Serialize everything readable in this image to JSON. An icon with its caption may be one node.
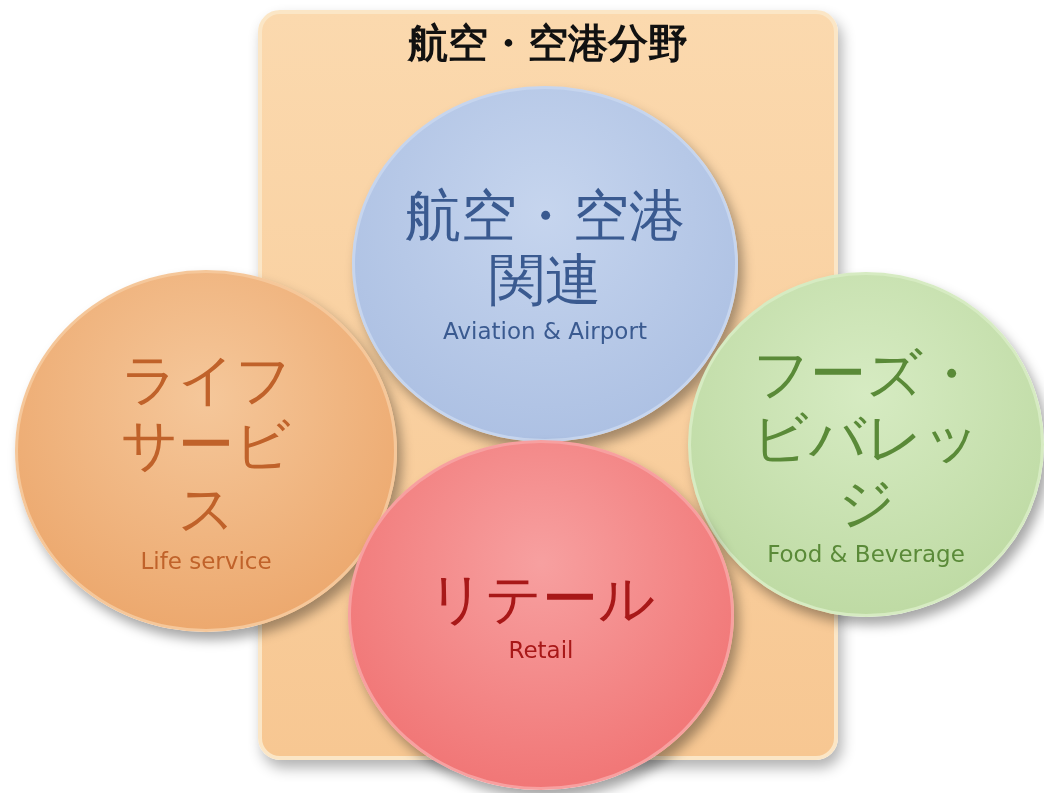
{
  "diagram": {
    "nodes": [
      {
        "text": [
          "航空・空港分野"
        ]
      },
      {
        "text": [
          "航空・空港関連",
          "Aviation & Airport"
        ],
        "in": 0
      },
      {
        "text": [
          "ライフサービス",
          "Life service"
        ]
      },
      {
        "text": [
          "フーズ・ビバレッジ",
          "Food & Beverage"
        ]
      },
      {
        "text": [
          "リテール",
          "Retail"
        ]
      }
    ]
  }
}
